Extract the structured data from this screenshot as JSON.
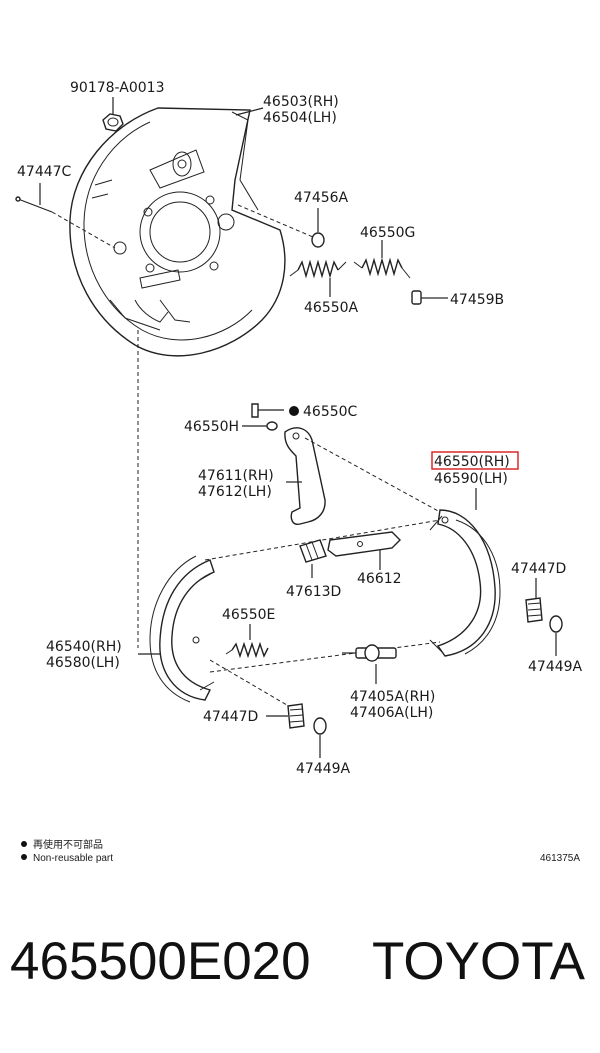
{
  "diagram": {
    "highlight_color": "#d81b1b",
    "labels": {
      "p90178": "90178-A0013",
      "p46503": "46503(RH)",
      "p46504": "46504(LH)",
      "p47447c": "47447C",
      "p47456a": "47456A",
      "p46550g": "46550G",
      "p47459b": "47459B",
      "p46550a": "46550A",
      "p46550c": "46550C",
      "p46550h": "46550H",
      "p47611": "47611(RH)",
      "p47612": "47612(LH)",
      "p46550rh": "46550(RH)",
      "p46590": "46590(LH)",
      "p47613d": "47613D",
      "p46612": "46612",
      "p47447d_r": "47447D",
      "p46550e": "46550E",
      "p46540": "46540(RH)",
      "p46580": "46580(LH)",
      "p47449a_r": "47449A",
      "p47405": "47405A(RH)",
      "p47406": "47406A(LH)",
      "p47447d_l": "47447D",
      "p47449a_l": "47449A"
    },
    "legend": {
      "line1": "再使用不可部品",
      "line2": "Non-reusable part"
    },
    "drawing_number": "461375A"
  },
  "footer": {
    "part_number": "465500E020",
    "brand": "TOYOTA"
  }
}
